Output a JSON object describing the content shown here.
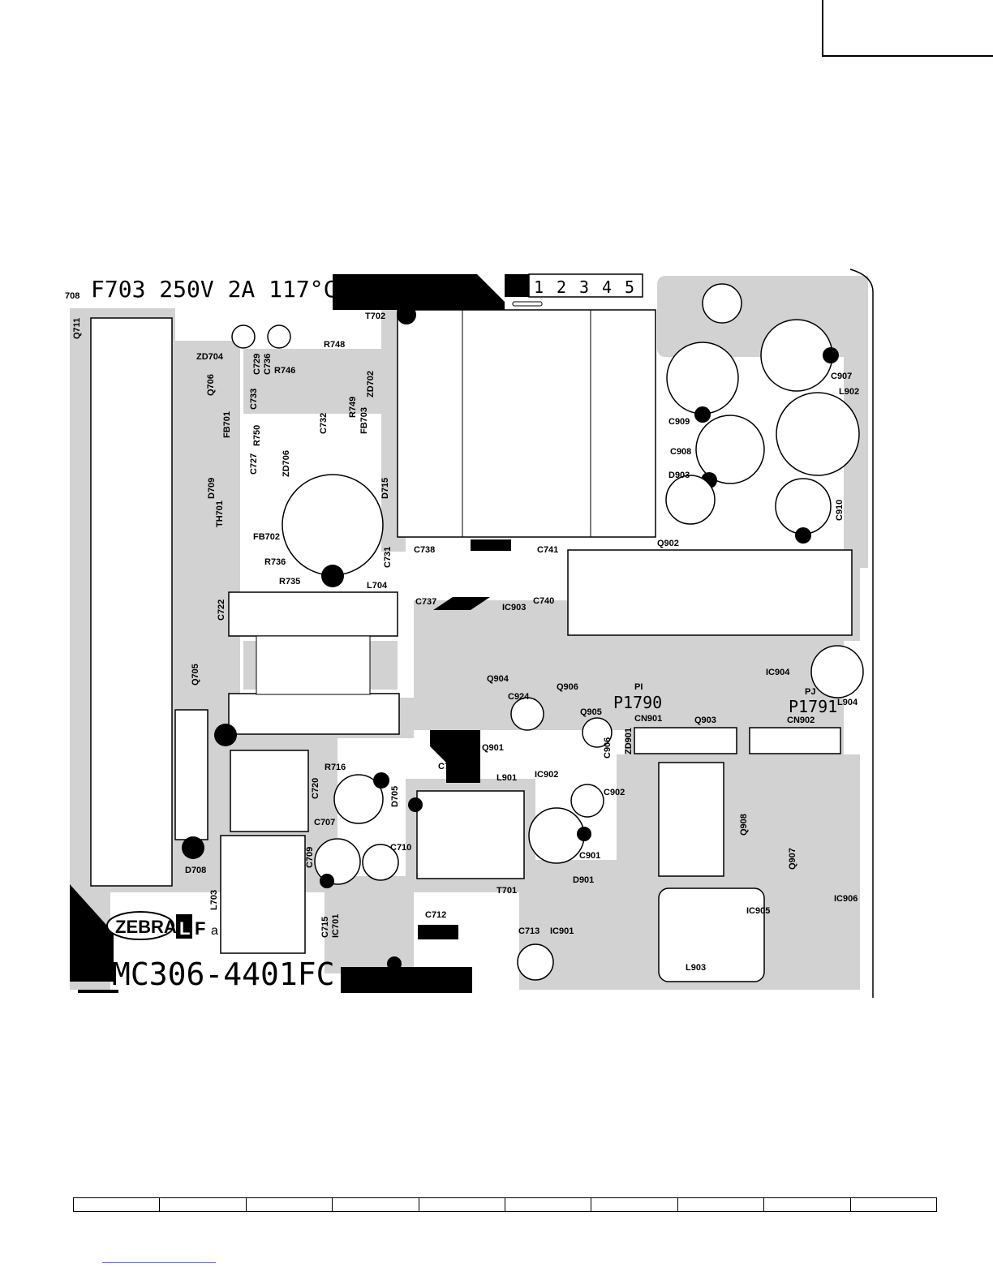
{
  "fuse_text": "F703 250V 2A 117°C",
  "connector_pins": [
    "1",
    "2",
    "3",
    "4",
    "5"
  ],
  "part_number": "MC306-4401FC",
  "logo_text": "ZEBRA",
  "lf_text": "L",
  "lf_text2": "F",
  "lf_text3": "a",
  "edge_label_left": "708",
  "p_labels": {
    "p1790": "P1790",
    "p1791": "P1791",
    "pi": "PI",
    "pj": "PJ"
  },
  "components": {
    "q711": "Q711",
    "zd704": "ZD704",
    "q706": "Q706",
    "c729": "C729",
    "c736": "C736",
    "r748": "R748",
    "r746": "R746",
    "c733": "C733",
    "fb701": "FB701",
    "r750": "R750",
    "c727": "C727",
    "zd706": "ZD706",
    "c732": "C732",
    "r749": "R749",
    "fb703": "FB703",
    "zd702": "ZD702",
    "d715": "D715",
    "t702": "T702",
    "d709": "D709",
    "th701": "TH701",
    "fb702": "FB702",
    "r736": "R736",
    "r735": "R735",
    "c722": "C722",
    "c731": "C731",
    "l704": "L704",
    "q705": "Q705",
    "c738": "C738",
    "c741": "C741",
    "c737": "C737",
    "c740": "C740",
    "ic903": "IC903",
    "c907": "C907",
    "l902": "L902",
    "c909": "C909",
    "c908": "C908",
    "d903": "D903",
    "c910": "C910",
    "q902": "Q902",
    "q904": "Q904",
    "q906": "Q906",
    "c924": "C924",
    "q905": "Q905",
    "c906": "C906",
    "zd901": "ZD901",
    "cn901": "CN901",
    "q903": "Q903",
    "ic904": "IC904",
    "cn902": "CN902",
    "l904": "L904",
    "q901": "Q901",
    "l901": "L901",
    "ic902": "IC902",
    "c902": "C902",
    "r716": "R716",
    "c708": "C708",
    "c720": "C720",
    "d705": "D705",
    "c707": "C707",
    "c709": "C709",
    "c710": "C710",
    "c901": "C901",
    "d708": "D708",
    "l703": "L703",
    "c715": "C715",
    "ic701": "IC701",
    "c712": "C712",
    "t701": "T701",
    "d901": "D901",
    "c713": "C713",
    "ic901": "IC901",
    "q908": "Q908",
    "q907": "Q907",
    "ic905": "IC905",
    "ic906": "IC906",
    "l903": "L903"
  },
  "colors": {
    "board_gray": "#d2d2d2",
    "ink": "#000000",
    "white": "#ffffff"
  }
}
